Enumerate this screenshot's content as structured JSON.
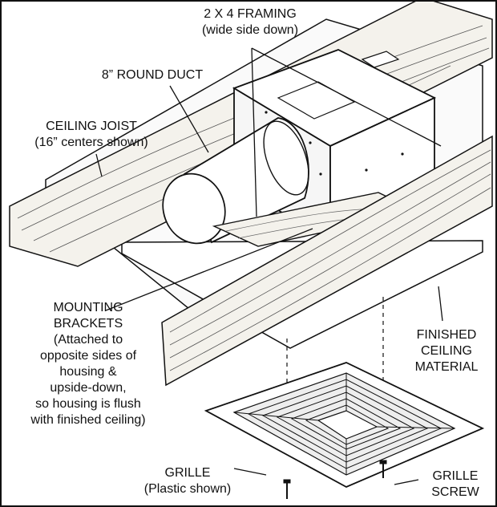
{
  "labels": {
    "framing": "2 X 4 FRAMING\n(wide side down)",
    "duct": "8” ROUND DUCT",
    "joist": "CEILING JOIST\n(16” centers shown)",
    "brackets": "MOUNTING\nBRACKETS\n(Attached to\nopposite sides of\nhousing &\nupside-down,\nso housing is flush\nwith finished ceiling)",
    "ceiling": "FINISHED\nCEILING\nMATERIAL",
    "grille": "GRILLE\n(Plastic shown)",
    "screw": "GRILLE\nSCREW"
  },
  "colors": {
    "ink": "#111111",
    "wood": "#f4f2ec",
    "panel": "#fafafa"
  }
}
